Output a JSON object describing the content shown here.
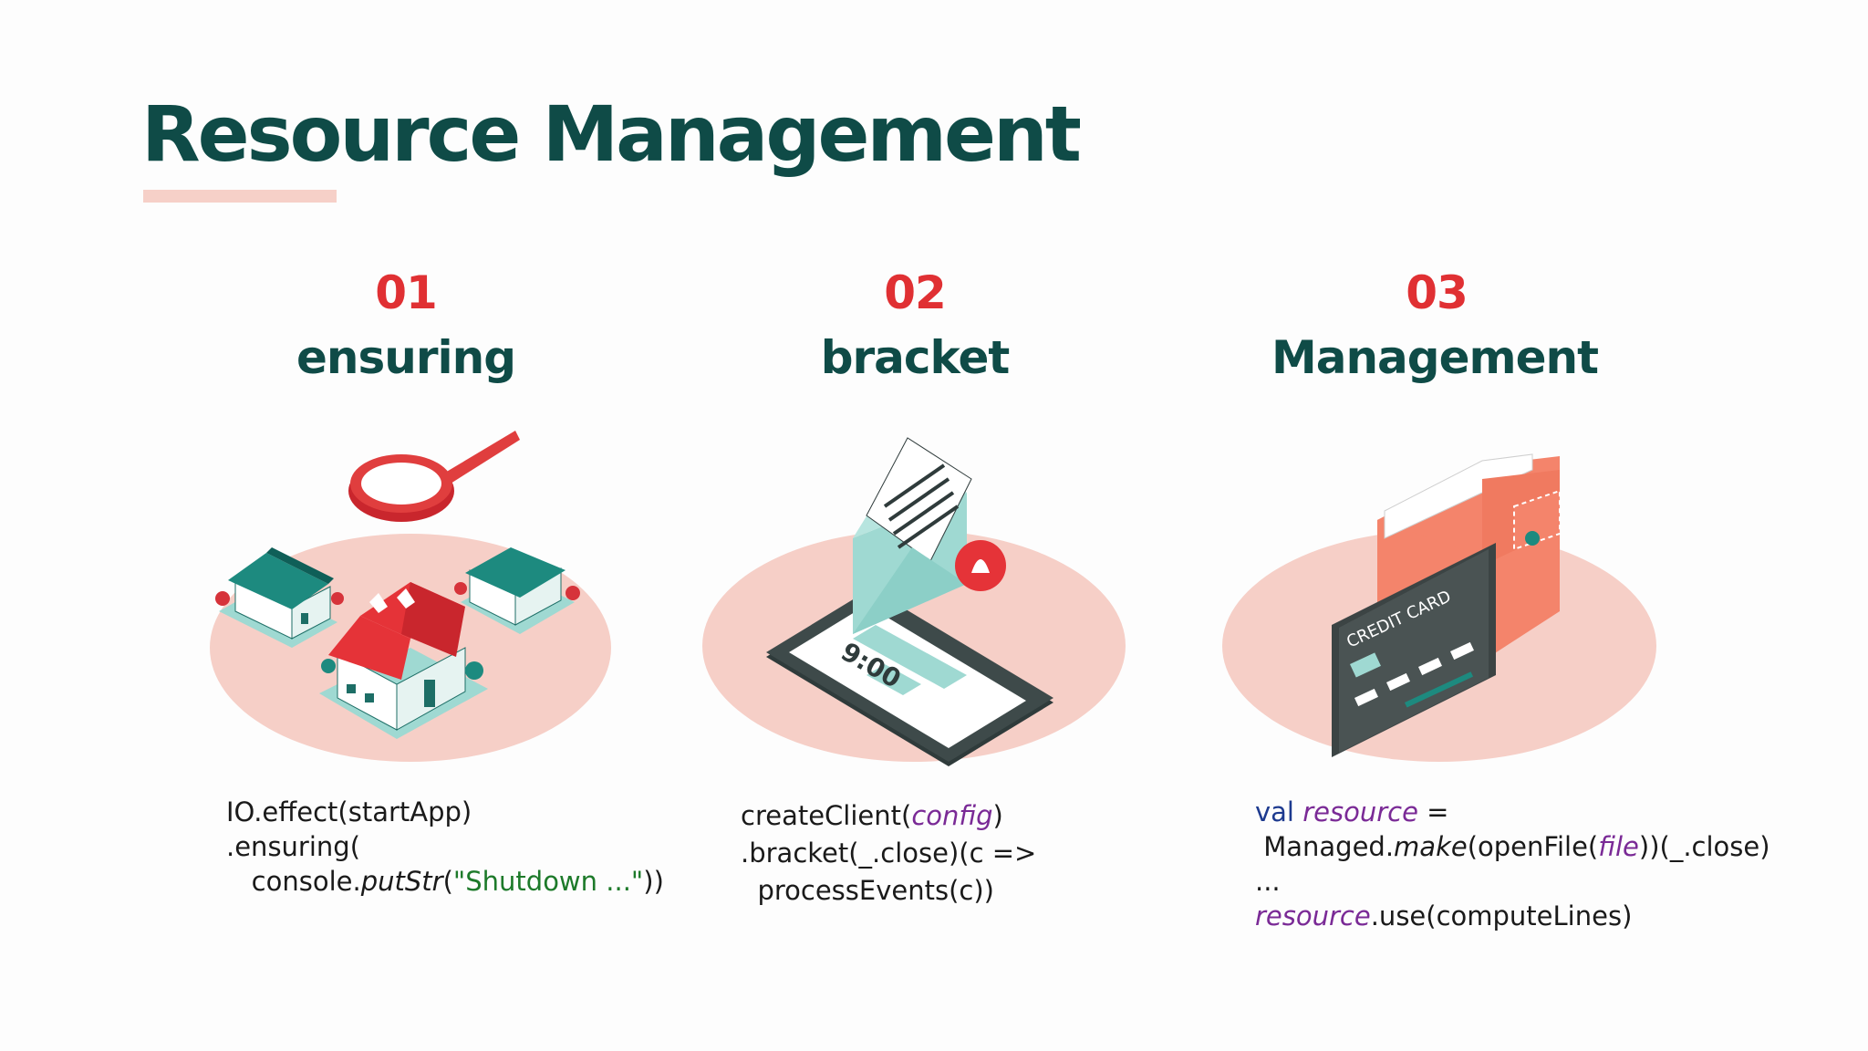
{
  "title": "Resource Management",
  "colors": {
    "title": "#0f4b47",
    "number": "#e03033",
    "accent_bar": "#f6d0c8",
    "teal": "#1d8a7f",
    "salmon": "#f4846b"
  },
  "columns": [
    {
      "number": "01",
      "title": "ensuring",
      "illustration": "houses-magnifier-icon",
      "code": {
        "l1": "IO.effect(startApp)",
        "l2": ".ensuring(",
        "l3a": "console.",
        "l3b": "putStr",
        "l3c": "(",
        "l3d": "\"Shutdown ...\"",
        "l3e": "))"
      }
    },
    {
      "number": "02",
      "title": "bracket",
      "illustration": "envelope-phone-icon",
      "phone_time": "9:00",
      "code": {
        "l1a": "createClient(",
        "l1b": "config",
        "l1c": ")",
        "l2": ".bracket(_.close)(c =>",
        "l3": "processEvents(c))"
      }
    },
    {
      "number": "03",
      "title": "Management",
      "illustration": "wallet-credit-card-icon",
      "card_label": "CREDIT CARD",
      "code": {
        "l1a": "val",
        "l1b": "resource",
        "l1c": " =",
        "l2a": "Managed.",
        "l2b": "make",
        "l2c": "(openFile(",
        "l2d": "file",
        "l2e": "))(_.close)",
        "l3": "...",
        "l4a": "resource",
        "l4b": ".use(computeLines)"
      }
    }
  ]
}
